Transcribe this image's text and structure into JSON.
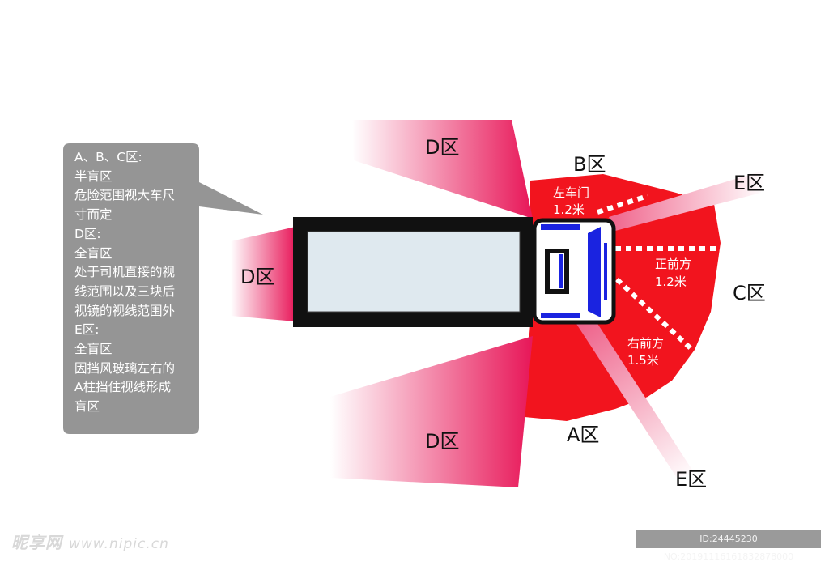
{
  "zones": {
    "d_top": "D区",
    "d_left": "D区",
    "d_bottom": "D区",
    "b": "B区",
    "c": "C区",
    "a": "A区",
    "e_top": "E区",
    "e_bottom": "E区"
  },
  "distances": {
    "left_door": {
      "line1": "左车门",
      "line2": "1.2米"
    },
    "front": {
      "line1": "正前方",
      "line2": "1.2米"
    },
    "right_front": {
      "line1": "右前方",
      "line2": "1.5米"
    }
  },
  "callout": {
    "lines": [
      "A、B、C区:",
      "半盲区",
      "危险范围视大车尺",
      "寸而定",
      "D区:",
      "全盲区",
      "处于司机直接的视",
      "线范围以及三块后",
      "视镜的视线范围外",
      "E区:",
      "全盲区",
      "因挡风玻璃左右的",
      "A柱挡住视线形成",
      "盲区"
    ]
  },
  "watermark": {
    "left_brand": "昵享网",
    "left_url": "www.nipic.cn",
    "right_id": "ID:24445230 NO:20191116161832878000"
  },
  "colors": {
    "zone_red": "#f2141e",
    "blind_pink": "#e8195a",
    "callout_gray": "#959595",
    "trailer_glass": "#dfe9ef",
    "cab_blue": "#1a23e0"
  }
}
